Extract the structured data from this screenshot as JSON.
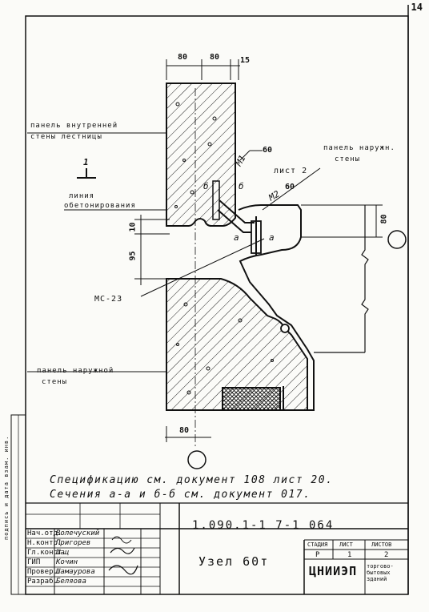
{
  "sheet_number": "14",
  "labels": {
    "inner_panel": [
      "панель внутренней",
      "стены лестницы"
    ],
    "outer_panel_right": [
      "панель наружн.",
      "стены"
    ],
    "outer_panel_left": [
      "панель наружной",
      "стены"
    ],
    "concreting_line": [
      "линия",
      "обетонирования"
    ],
    "ms23": "МС-23",
    "sheet2": "лист 2",
    "m1": "М1",
    "m2": "М2",
    "arrow1": "1",
    "section_b_left": "б",
    "section_b_right": "б",
    "section_a_left": "а",
    "section_a_right": "а"
  },
  "dims": {
    "top_80a": "80",
    "top_80b": "80",
    "top_15": "15",
    "d60a": "60",
    "d60b": "60",
    "d10": "10",
    "d95": "95",
    "d80_right": "80",
    "d80_bottom": "80"
  },
  "notes": {
    "line1": "Спецификацию см. документ 108 лист 20.",
    "line2": "Сечения а-а и б-б см. документ 017."
  },
  "side_stamp": "подпись и дата взам. инв.",
  "title_block": {
    "doc_code": "1.090.1-1   7-1  064",
    "title": "Узел 60т",
    "headers": {
      "stage": "СТАДИЯ",
      "sheet": "ЛИСТ",
      "sheets": "ЛИСТОВ"
    },
    "values": {
      "stage": "Р",
      "sheet": "1",
      "sheets": "2"
    },
    "org": "ЦНИИЭП",
    "building": "торгово-бытовых зданий",
    "roles": [
      {
        "role": "Нач.отд.",
        "name": "Волечуский"
      },
      {
        "role": "Н.контр.",
        "name": "Пригорев"
      },
      {
        "role": "Гл.конст.",
        "name": "Шац"
      },
      {
        "role": "ГИП",
        "name": "Кочин"
      },
      {
        "role": "Провер.",
        "name": "Шамаурова"
      },
      {
        "role": "Разраб.",
        "name": "Беляова"
      }
    ]
  },
  "colors": {
    "ink": "#111111",
    "paper": "#fbfbf8",
    "hatch": "#222222"
  }
}
